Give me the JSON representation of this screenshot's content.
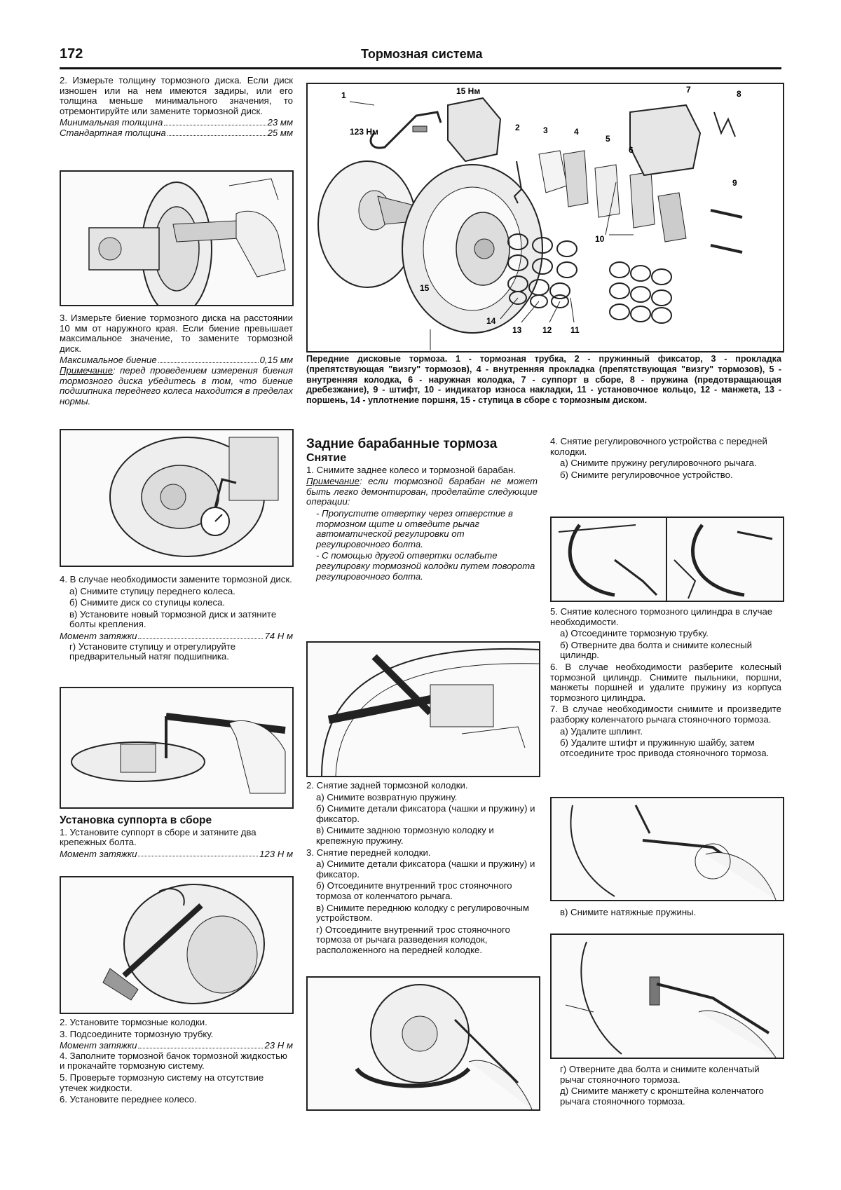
{
  "header": {
    "page_number": "172",
    "title": "Тормозная система"
  },
  "left": {
    "step2": "2. Измерьте толщину тормозного диска. Если диск изношен или на нем имеются задиры, или его толщина меньше минимального значения, то отремонтируйте или замените тормозной диск.",
    "min_thickness": {
      "label": "Минимальная толщина",
      "value": "23 мм"
    },
    "std_thickness": {
      "label": "Стандартная толщина",
      "value": "25 мм"
    },
    "step3": "3. Измерьте биение тормозного диска на расстоянии 10 мм от наружного края. Если биение превышает максимальное значение, то замените тормозной диск.",
    "max_runout": {
      "label": "Максимальное биение",
      "value": "0,15 мм"
    },
    "note_label": "Примечание",
    "note_text": ": перед проведением измерения биения тормозного диска убедитесь в том, что биение подшипника переднего колеса находится в пределах нормы.",
    "step4": "4. В случае необходимости замените тормозной диск.",
    "step4a": "а) Снимите ступицу переднего колеса.",
    "step4b": "б) Снимите диск со ступицы колеса.",
    "step4c": "в) Установите новый тормозной диск и затяните болты крепления.",
    "torque1": {
      "label": "Момент затяжки",
      "value": "74 Н м"
    },
    "step4d": "г) Установите ступицу и отрегулируйте предварительный натяг подшипника.",
    "section_caliper": "Установка суппорта в сборе",
    "caliper1": "1. Установите суппорт в сборе и затяните два крепежных болта.",
    "torque2": {
      "label": "Момент затяжки",
      "value": "123 Н м"
    },
    "caliper2": "2. Установите тормозные колодки.",
    "caliper3": "3. Подсоедините тормозную трубку.",
    "torque3": {
      "label": "Момент затяжки",
      "value": "23 Н м"
    },
    "caliper4": "4. Заполните тормозной бачок тормозной жидкостью и прокачайте тормозную систему.",
    "caliper5": "5. Проверьте тормозную систему на отсутствие утечек жидкости.",
    "caliper6": "6. Установите переднее колесо."
  },
  "diagram": {
    "labels": [
      "1",
      "2",
      "3",
      "4",
      "5",
      "6",
      "7",
      "8",
      "9",
      "10",
      "11",
      "12",
      "13",
      "14",
      "15"
    ],
    "torque_15": "15 Нм",
    "torque_123": "123 Нм",
    "caption": "Передние дисковые тормоза. 1 - тормозная трубка, 2 - пружинный фиксатор, 3 - прокладка (препятствующая \"визгу\" тормозов), 4 - внутренняя прокладка (препятствующая \"визгу\" тормозов), 5 - внутренняя колодка, 6 - наружная колодка, 7 - суппорт в сборе, 8 - пружина (предотвращающая дребезжание), 9 - штифт, 10 - индикатор износа накладки, 11 - установочное кольцо, 12 - манжета, 13 - поршень, 14 - уплотнение поршня, 15 - ступица в сборе с тормозным диском."
  },
  "middle": {
    "section_title": "Задние барабанные тормоза",
    "sub_removal": "Снятие",
    "step1": "1. Снимите заднее колесо и тормозной барабан.",
    "note_label": "Примечание",
    "note_text": ": если тормозной барабан не может быть легко демонтирован, проделайте следующие операции:",
    "note_dash1": "- Пропустите отвертку через отверстие в тормозном щите и отведите рычаг автоматической регулировки от регулировочного болта.",
    "note_dash2": "- С помощью другой отвертки ослабьте регулировку тормозной колодки путем поворота регулировочного болта.",
    "step2": "2. Снятие задней тормозной колодки.",
    "step2a": "а) Снимите возвратную пружину.",
    "step2b": "б) Снимите детали фиксатора (чашки и пружину) и фиксатор.",
    "step2c": "в) Снимите заднюю тормозную колодку и крепежную пружину.",
    "step3": "3. Снятие передней колодки.",
    "step3a": "а) Снимите детали фиксатора (чашки и пружину) и фиксатор.",
    "step3b": "б) Отсоедините внутренний трос стояночного тормоза от коленчатого рычага.",
    "step3c": "в) Снимите переднюю колодку с регулировочным устройством.",
    "step3d": "г) Отсоедините внутренний трос стояночного тормоза от рычага разведения колодок, расположенного на передней колодке."
  },
  "right": {
    "step4": "4. Снятие регулировочного устройства с передней колодки.",
    "step4a": "а) Снимите пружину регулировочного рычага.",
    "step4b": "б) Снимите регулировочное устройство.",
    "step5": "5. Снятие колесного тормозного цилиндра в случае необходимости.",
    "step5a": "а) Отсоедините тормозную трубку.",
    "step5b": "б) Отверните два болта и снимите колесный цилиндр.",
    "step6": "6. В случае необходимости разберите колесный тормозной цилиндр. Снимите пыльники, поршни, манжеты поршней и удалите пружину из корпуса тормозного цилиндра.",
    "step7": "7. В случае необходимости снимите и произведите разборку коленчатого рычага стояночного тормоза.",
    "step7a": "а) Удалите шплинт.",
    "step7b": "б) Удалите штифт и пружинную шайбу, затем отсоедините трос привода стояночного тормоза.",
    "step7c": "в) Снимите натяжные пружины.",
    "step7d": "г) Отверните два болта и снимите коленчатый рычаг стояночного тормоза.",
    "step7e": "д) Снимите манжету с кронштейна коленчатого рычага стояночного тормоза."
  }
}
